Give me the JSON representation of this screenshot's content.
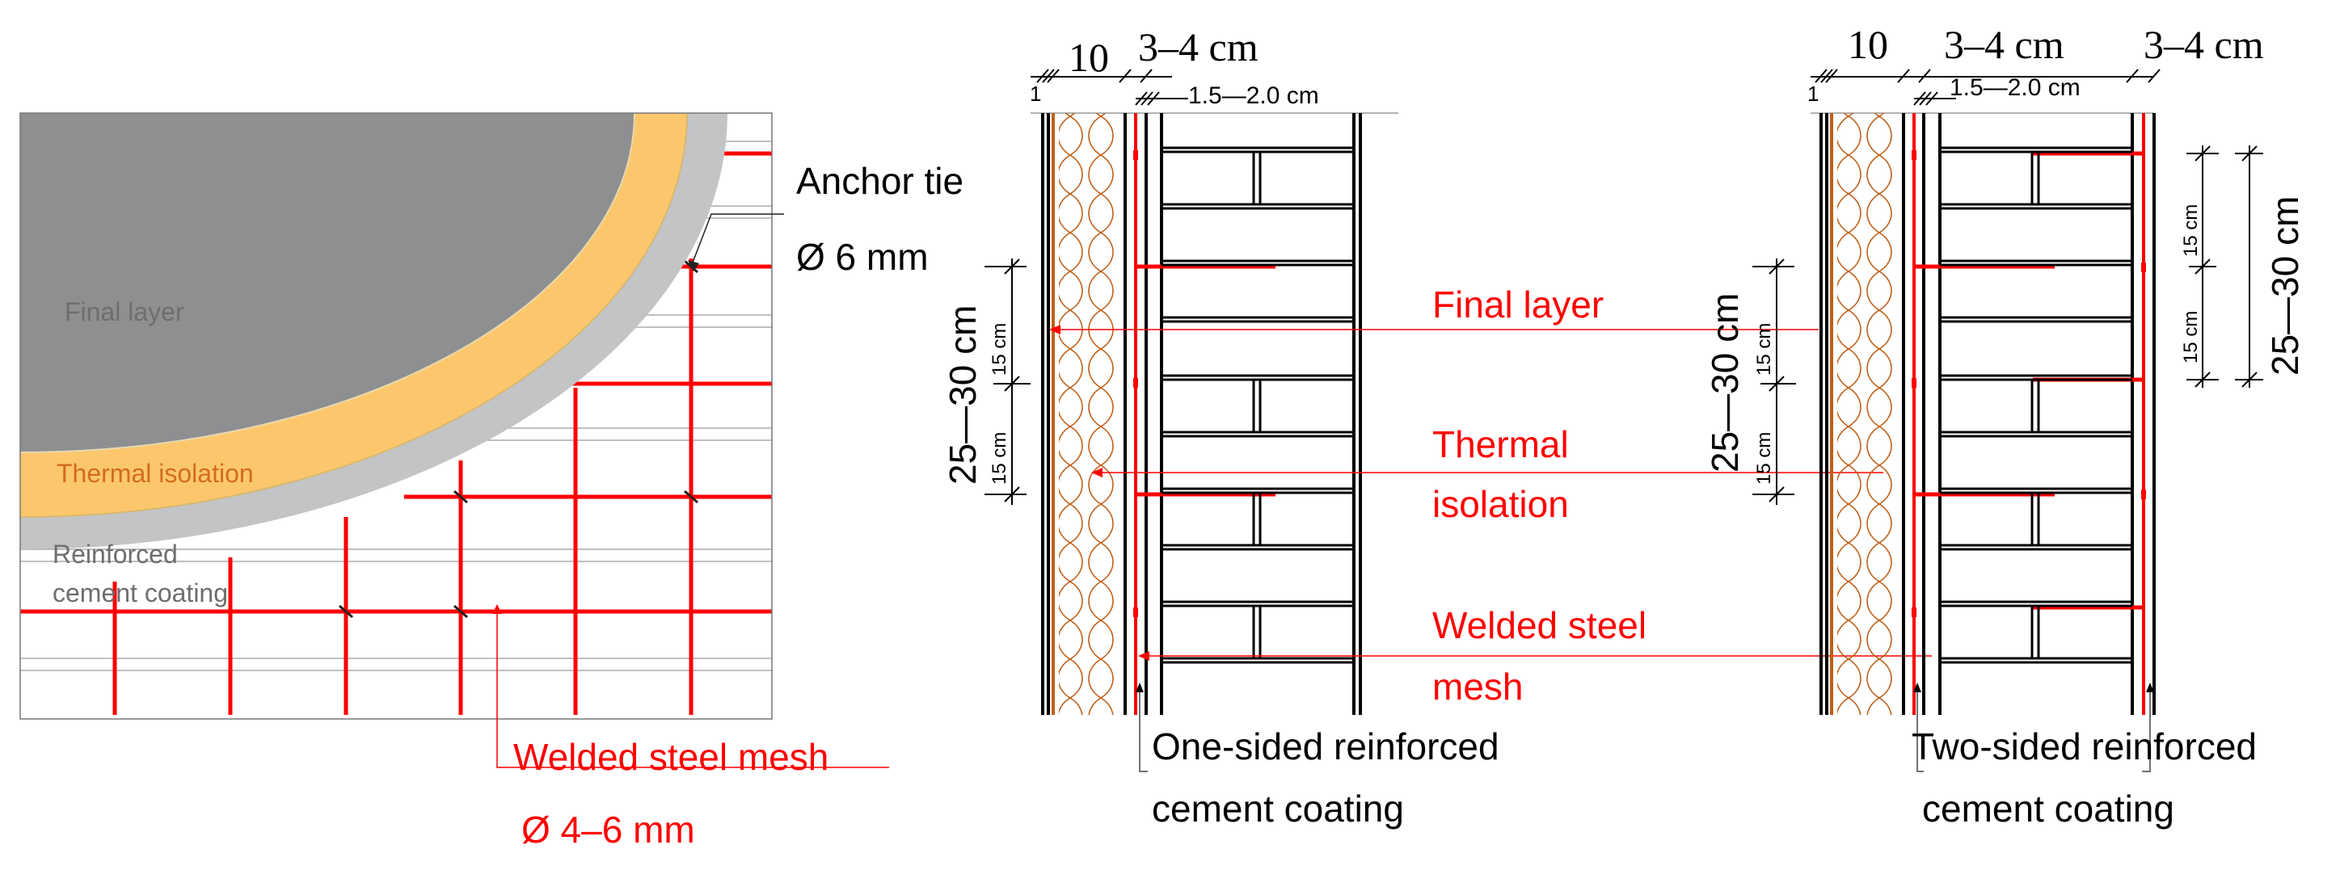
{
  "detail": {
    "final_layer": "Final layer",
    "thermal_isolation": "Thermal isolation",
    "coating_line1": "Reinforced",
    "coating_line2": "cement coating",
    "anchor_tie": "Anchor tie",
    "anchor_dia": "Ø 6 mm",
    "mesh": "Welded steel mesh",
    "mesh_dia": "Ø 4–6 mm"
  },
  "section_one": {
    "dim_10": "10",
    "dim_34": "3–4 cm",
    "dim_1": "1",
    "dim_15_20": "1.5—2.0 cm",
    "dim_2530": "25—30 cm",
    "dim_15a": "15 cm",
    "dim_15b": "15 cm",
    "caption_line1": "One-sided reinforced",
    "caption_line2": "cement coating"
  },
  "labels_mid": {
    "final_layer": "Final layer",
    "thermal_line1": "Thermal",
    "thermal_line2": "isolation",
    "mesh_line1": "Welded steel",
    "mesh_line2": "mesh"
  },
  "section_two": {
    "dim_10": "10",
    "dim_34a": "3–4 cm",
    "dim_34b": "3–4 cm",
    "dim_1": "1",
    "dim_15_20": "1.5—2.0 cm",
    "dim_2530_left": "25—30 cm",
    "dim_2530_right": "25—30 cm",
    "dim_15a": "15 cm",
    "dim_15b": "15 cm",
    "dim_15c": "15 cm",
    "dim_15d": "15 cm",
    "caption_line1": "Two-sided reinforced",
    "caption_line2": "cement coating"
  },
  "colors": {
    "red": "#ff0000",
    "final_layer_gray": "#8e8f91",
    "coating_gray": "#c3c4c6",
    "insulation_yellow": "#fcc76c",
    "insulation_orange": "#c06018",
    "label_gray": "#6e6e6e",
    "label_orange": "#d46c1c"
  }
}
